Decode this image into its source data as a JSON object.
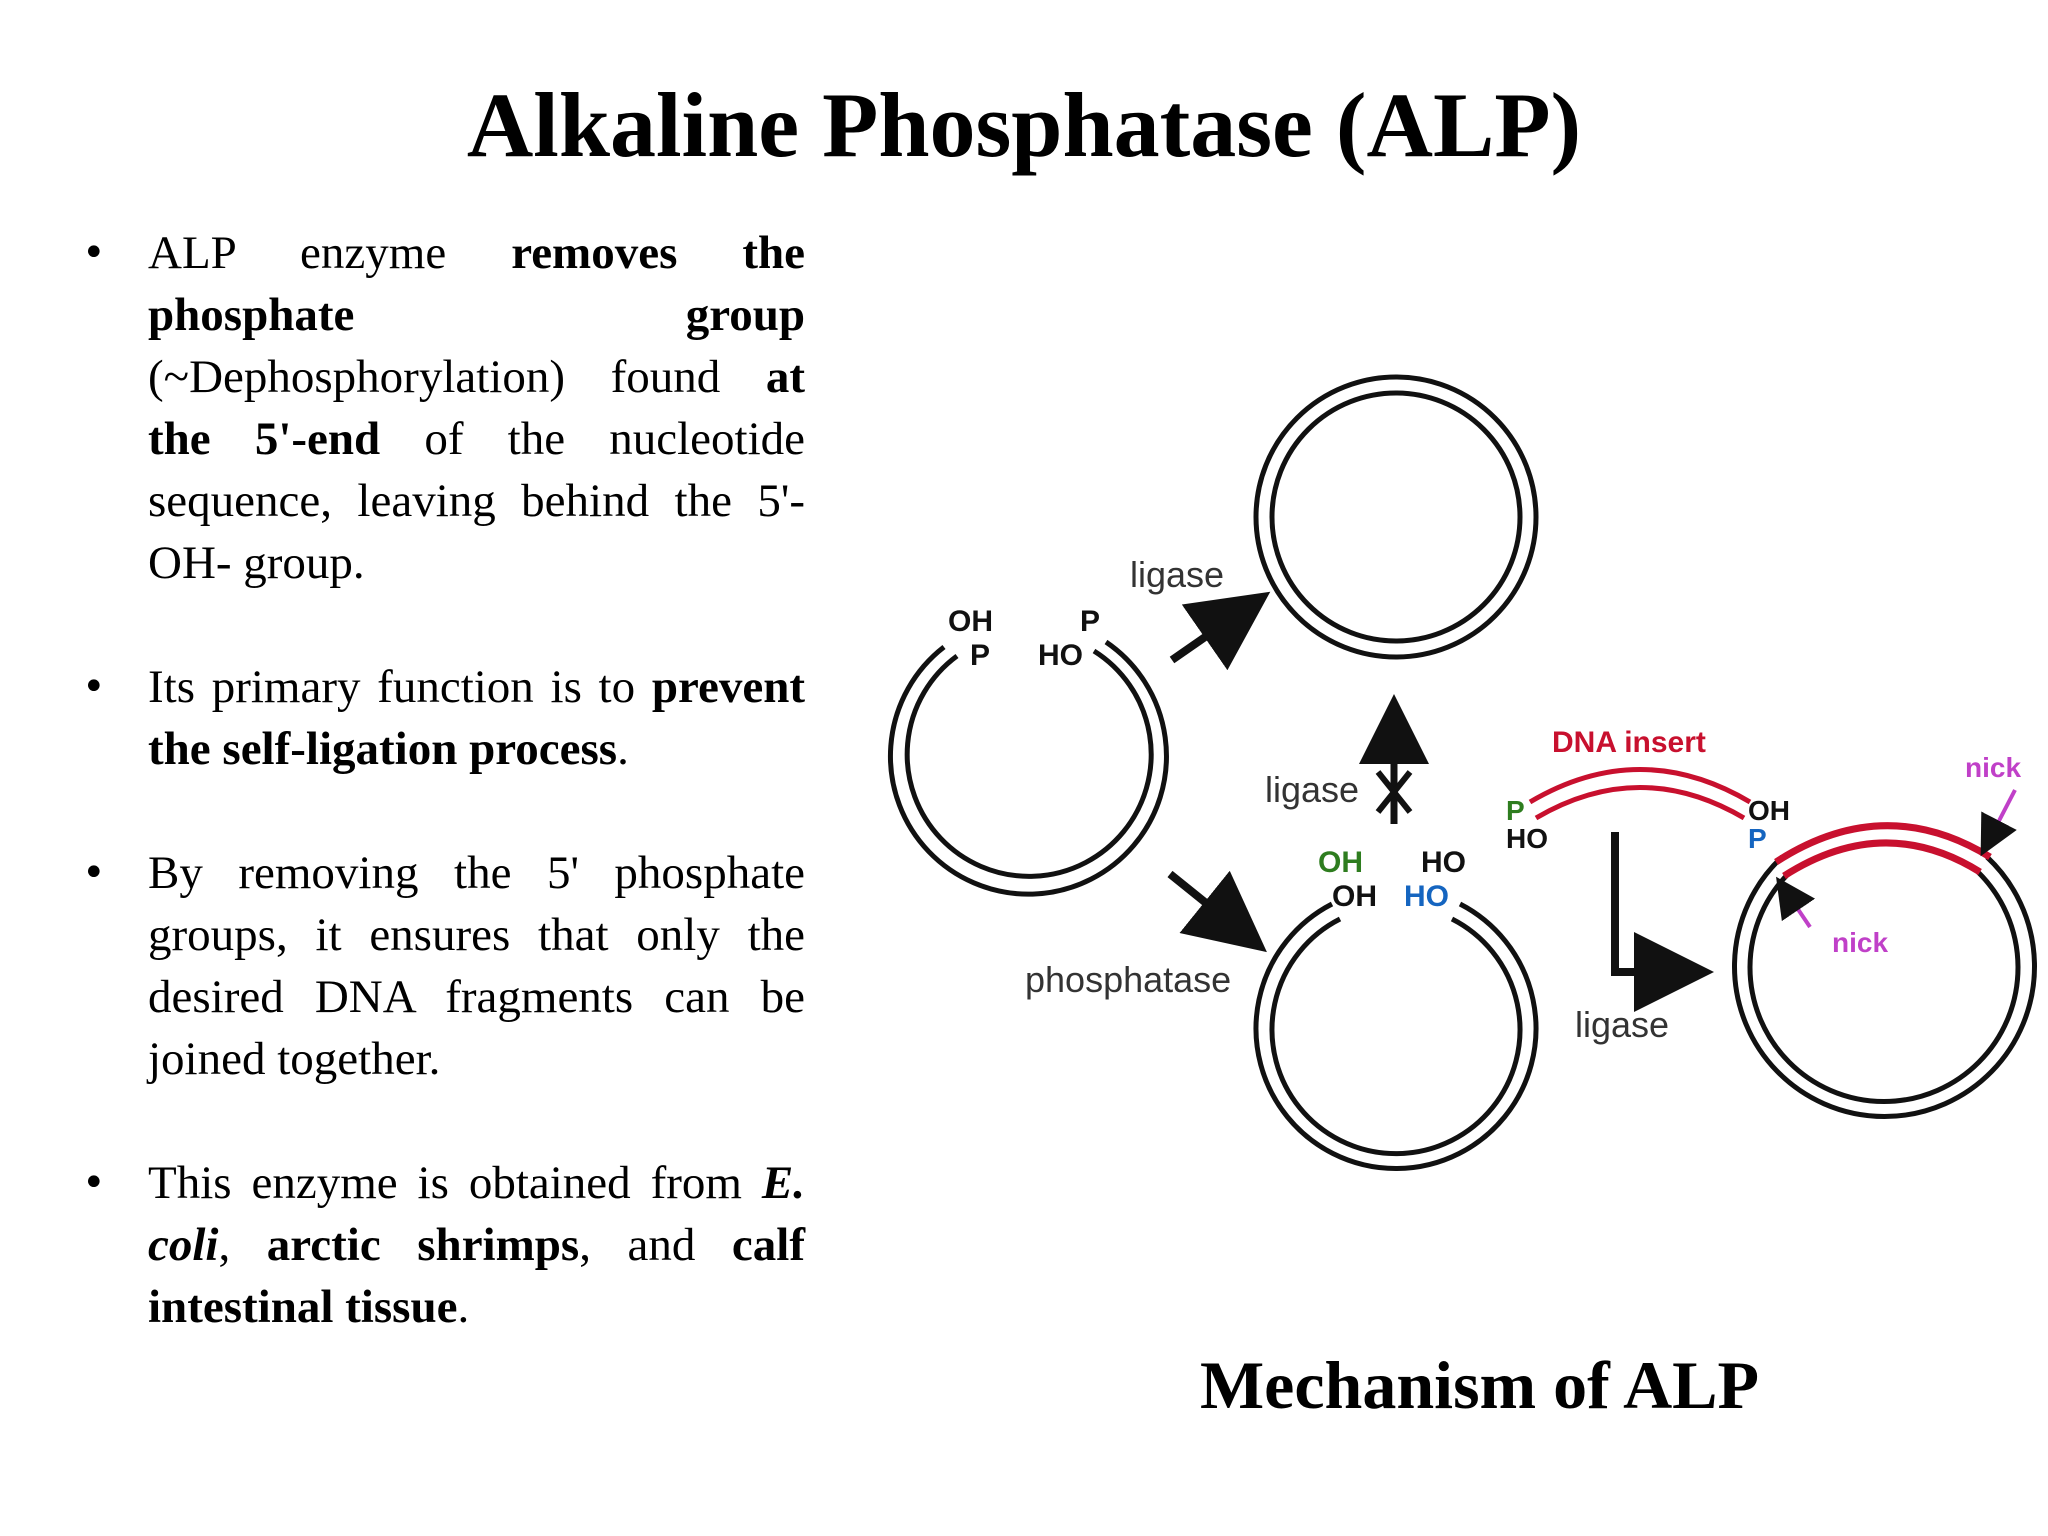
{
  "title": "Alkaline Phosphatase (ALP)",
  "bullets": [
    {
      "segments": [
        {
          "text": "ALP  enzyme ",
          "style": "normal"
        },
        {
          "text": "removes the phosphate group",
          "style": "bold"
        },
        {
          "text": " (~Dephosphorylation) found ",
          "style": "normal"
        },
        {
          "text": "at the 5'-end",
          "style": "bold"
        },
        {
          "text": " of the nucleotide sequence, leaving behind the 5'-OH- group.",
          "style": "normal"
        }
      ]
    },
    {
      "segments": [
        {
          "text": "Its primary function is to ",
          "style": "normal"
        },
        {
          "text": "prevent the self-ligation process",
          "style": "bold"
        },
        {
          "text": ".",
          "style": "normal"
        }
      ]
    },
    {
      "segments": [
        {
          "text": "By removing the 5' phosphate groups, it ensures that only the desired DNA fragments can be joined together.",
          "style": "normal"
        }
      ]
    },
    {
      "segments": [
        {
          "text": "This enzyme is obtained from ",
          "style": "normal"
        },
        {
          "text": "E. coli",
          "style": "bolditalic"
        },
        {
          "text": ", ",
          "style": "normal"
        },
        {
          "text": "arctic shrimps",
          "style": "bold"
        },
        {
          "text": ", and ",
          "style": "normal"
        },
        {
          "text": "calf intestinal tissue",
          "style": "bold"
        },
        {
          "text": ".",
          "style": "normal"
        }
      ]
    }
  ],
  "diagram": {
    "labels": {
      "start_oh": "OH",
      "start_p": "P",
      "start_p2": "P",
      "start_ho": "HO",
      "ligase_top": "ligase",
      "ligase_blocked": "ligase",
      "phosphatase": "phosphatase",
      "dephos_oh1": "OH",
      "dephos_oh2": "OH",
      "dephos_ho1": "HO",
      "dephos_ho2": "HO",
      "insert": "DNA insert",
      "insert_p_left": "P",
      "insert_ho_left": "HO",
      "insert_oh_right": "OH",
      "insert_p_right": "P",
      "ligase_final": "ligase",
      "nick_top": "nick",
      "nick_bottom": "nick"
    },
    "colors": {
      "outline": "#111111",
      "insert": "#c8102e",
      "oh_green": "#2e7d1f",
      "ho_blue": "#1565c0",
      "nick": "#c040c8",
      "label_gray": "#333333"
    }
  },
  "caption": "Mechanism of ALP"
}
